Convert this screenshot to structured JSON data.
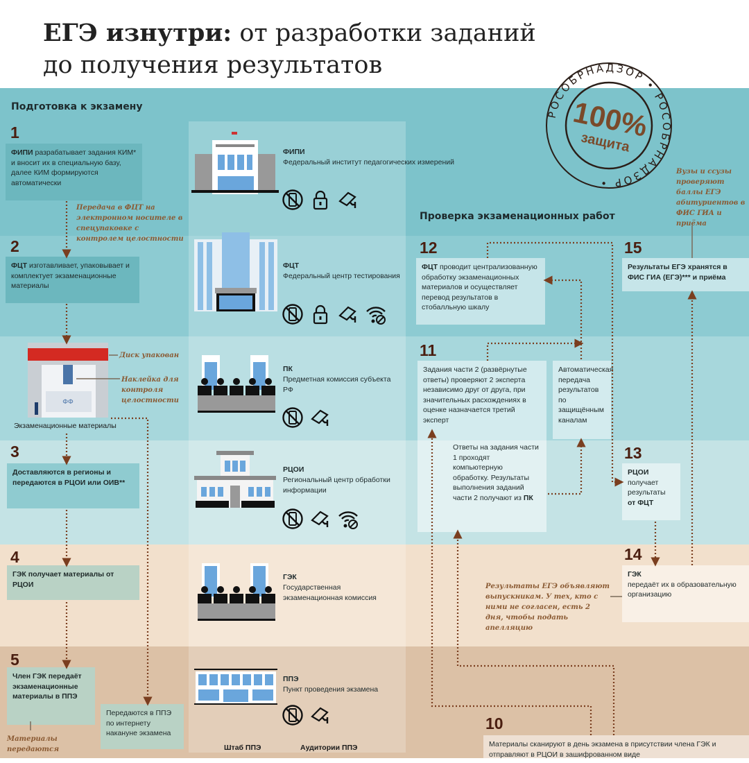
{
  "title": {
    "bold": "ЕГЭ изнутри:",
    "line1_rest": " от разработки заданий",
    "line2": "до получения результатов"
  },
  "stamp": {
    "ring_text": "РОСОБРНАДЗОР",
    "big": "100%",
    "small": "защита"
  },
  "colors": {
    "arrow": "#7a3e1f",
    "band1": "#7dc3cb",
    "band2": "#8dcbd2",
    "band3": "#a7d7dc",
    "band4": "#c4e3e5",
    "band5": "#f2e0cc",
    "band6": "#dcc1a6"
  },
  "sections": {
    "prep": "Подготовка к экзамену",
    "check": "Проверка экзаменационных работ"
  },
  "steps": {
    "s1": {
      "num": "1",
      "bold": "ФИПИ",
      "text": " разрабатывает задания КИМ* и вносит их в специальную базу, далее КИМ формируются автоматически"
    },
    "s2": {
      "num": "2",
      "bold": "ФЦТ",
      "text": " изготавливает, упаковывает и комплектует экзаменационные материалы"
    },
    "s3": {
      "num": "3",
      "text": "Доставляются в регионы и передаются в РЦОИ или ОИВ**"
    },
    "s4": {
      "num": "4",
      "text": "ГЭК получает материалы от РЦОИ"
    },
    "s5": {
      "num": "5",
      "text": "Член ГЭК передаёт экзаменационные материалы в ППЭ"
    },
    "s5b": {
      "text": "Передаются в ППЭ по интернету накануне экзамена"
    },
    "s10": {
      "num": "10",
      "text": "Материалы сканируют в день экзамена в присутствии члена ГЭК и отправляют в РЦОИ в зашифрованном виде"
    },
    "s11": {
      "num": "11",
      "text": "Задания части 2 (развёрнутые ответы) проверяют 2 эксперта независимо друг от друга, при значительных расхождениях в оценке назначается третий эксперт"
    },
    "s11b": {
      "text": "Ответы на задания части 1 проходят компьютерную обработку. Результаты выполнения заданий части 2 получают из",
      "bold": "ПК"
    },
    "auto": {
      "text": "Автоматическая передача результатов по защищённым каналам"
    },
    "s12": {
      "num": "12",
      "bold": "ФЦТ",
      "text": " проводит централизованную обработку экзаменационных материалов и осуществляет перевод результатов в стобалльную шкалу"
    },
    "s13": {
      "num": "13",
      "bold": "РЦОИ",
      "text": "получает результаты",
      "bold2": "от ФЦТ"
    },
    "s14": {
      "num": "14",
      "bold": "ГЭК",
      "text": "передаёт их в образовательную организацию"
    },
    "s15": {
      "num": "15",
      "text": "Результаты ЕГЭ хранятся в ФИС ГИА (ЕГЭ)*** и приёма"
    }
  },
  "notes": {
    "transfer": "Передача в ФЦТ на электронном носителе в спецупаковке с контролем целостности",
    "disk": "Диск упакован",
    "sticker": "Наклейка для контроля целостности",
    "materials": "Экзаменационные материалы",
    "handover": "Материалы передаются",
    "universities": "Вузы и ссузы проверяют баллы ЕГЭ абитуриентов в ФИС ГИА и приёма",
    "appeal": "Результаты ЕГЭ объявляют выпускникам. У тех, кто с ними не согласен, есть 2 дня, чтобы подать апелляцию"
  },
  "orgs": [
    {
      "abbr": "ФИПИ",
      "name": "Федеральный институт педагогических измерений",
      "icons": [
        "no-phone-icon",
        "lock-icon",
        "camera-icon"
      ]
    },
    {
      "abbr": "ФЦТ",
      "name": "Федеральный центр тестирования",
      "icons": [
        "no-phone-icon",
        "lock-icon",
        "camera-icon",
        "no-wifi-icon"
      ]
    },
    {
      "abbr": "ПК",
      "name": "Предметная комиссия субъекта РФ",
      "icons": [
        "no-phone-icon",
        "camera-icon"
      ]
    },
    {
      "abbr": "РЦОИ",
      "name": "Региональный центр обработки информации",
      "icons": [
        "no-phone-icon",
        "camera-icon",
        "no-wifi-icon"
      ]
    },
    {
      "abbr": "ГЭК",
      "name": "Государственная экзаменационная комиссия",
      "icons": []
    },
    {
      "abbr": "ППЭ",
      "name": "Пункт проведения экзамена",
      "icons": [
        "no-phone-icon",
        "camera-icon"
      ]
    }
  ],
  "ppe_labels": {
    "hq": "Штаб ППЭ",
    "rooms": "Аудитории ППЭ"
  }
}
